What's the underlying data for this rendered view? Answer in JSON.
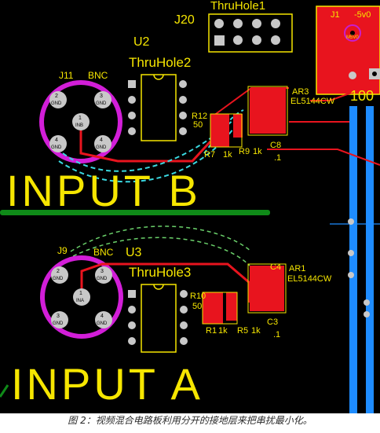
{
  "labels": {
    "j20": "J20",
    "thruhole1": "ThruHole1",
    "u2": "U2",
    "thruhole2": "ThruHole2",
    "j11": "J11",
    "bnc_top": "BNC",
    "j1": "J1",
    "minus5v": "-5v0",
    "m5v0": "M5V0",
    "ar3": "AR3",
    "el5144cw_top": "EL5144CW",
    "r12": "R12",
    "r12_val": "50",
    "r7": "R7",
    "r7_val": "1k",
    "r9": "R9",
    "r9_val": "1k",
    "c8": "C8",
    "c8_val": ".1",
    "val_100": "100",
    "input_b": "INPUT B",
    "j9": "J9",
    "bnc_bottom": "BNC",
    "u3": "U3",
    "thruhole3": "ThruHole3",
    "c4": "C4",
    "ar1": "AR1",
    "el5144cw_bottom": "EL5144CW",
    "r10": "R10",
    "r10_val": "50",
    "r1": "R1",
    "r1_val": "1k",
    "r5": "R5",
    "r5_val": "1k",
    "c3": "C3",
    "c3_val": ".1",
    "input_a": "INPUT A",
    "inb": "INB",
    "ina": "INA",
    "gnd": "GND",
    "pin1": "1",
    "pin2": "2",
    "pin3": "3",
    "pin4": "4"
  },
  "caption": "图 2：视频混合电路板利用分开的接地层来把串扰最小化。",
  "colors": {
    "board": "#000000",
    "silkscreen": "#f6e600",
    "copper": "#e8141e",
    "bnc_ring": "#d21ed8",
    "ground_trace": "#0f8a18",
    "blue_trace": "#1e8cff",
    "cyan_trace": "#3ad8e0",
    "pad": "#c8c8c8"
  }
}
